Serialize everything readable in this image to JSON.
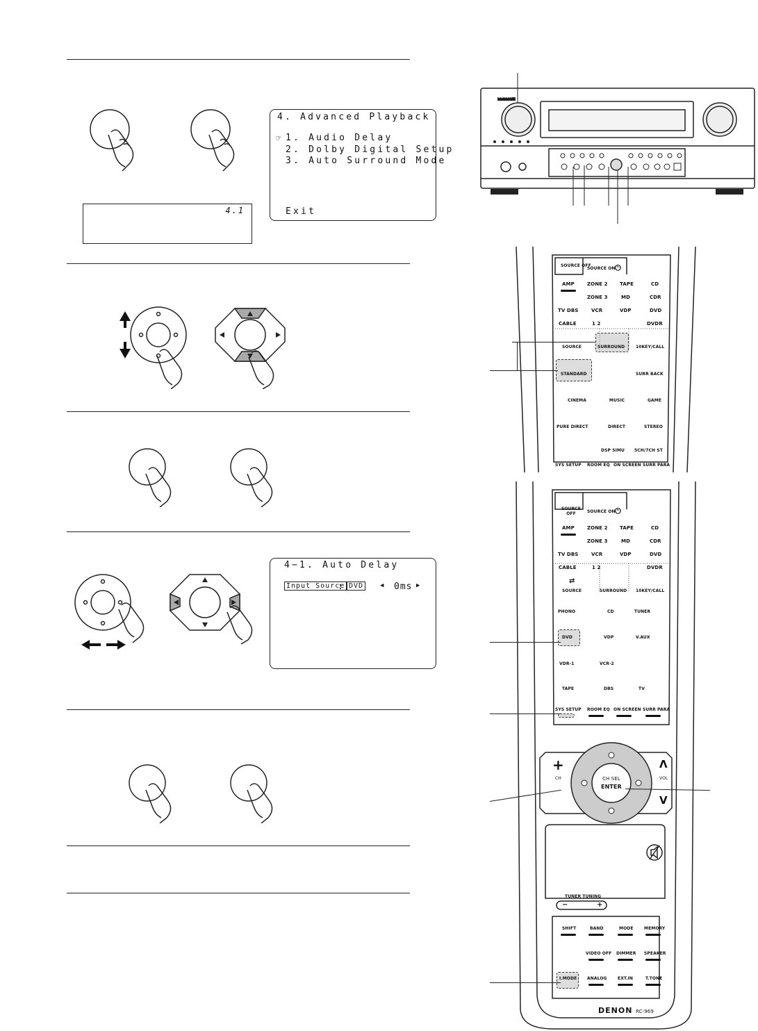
{
  "osd_menu": {
    "title": "4. Advanced Playback",
    "pointer": "☞",
    "items": [
      "1. Audio Delay",
      "2. Dolby Digital Setup",
      "3. Auto Surround Mode"
    ],
    "exit": "Exit"
  },
  "front_display": {
    "indicator": "4.1"
  },
  "osd_delay": {
    "title": "4−1. Auto Delay",
    "source_label": "Input Source",
    "separator": ":",
    "source_value": "DVD",
    "left_arrow": "◀",
    "delay_value": "0ms",
    "right_arrow": "▶"
  },
  "remote_top": {
    "source_off": "SOURCE OFF",
    "source_on": "SOURCE ON",
    "row1": [
      "AMP",
      "ZONE 2",
      "TAPE",
      "CD"
    ],
    "row2": [
      "ZONE 3",
      "MD",
      "CDR"
    ],
    "row3": [
      "TV DBS",
      "VCR",
      "VDP",
      "DVD"
    ],
    "row4": [
      "CABLE",
      "1 2",
      "DVDR"
    ],
    "row5": [
      "SOURCE",
      "SURROUND",
      "10KEY/CALL"
    ],
    "modes": [
      "STANDARD",
      "SURR BACK",
      "CINEMA",
      "MUSIC",
      "GAME",
      "PURE DIRECT",
      "DIRECT",
      "STEREO",
      "DSP SIMU",
      "5CH/7CH ST"
    ],
    "bottom": [
      "SYS SETUP",
      "ROOM EQ",
      "ON SCREEN",
      "SURR PARA"
    ]
  },
  "remote_bottom": {
    "source_off": "SOURCE OFF",
    "source_on": "SOURCE ON",
    "row1": [
      "AMP",
      "ZONE 2",
      "TAPE",
      "CD"
    ],
    "row2": [
      "ZONE 3",
      "MD",
      "CDR"
    ],
    "row3": [
      "TV DBS",
      "VCR",
      "VDP",
      "DVD"
    ],
    "row4": [
      "CABLE",
      "1 2",
      "DVDR"
    ],
    "row5": [
      "SOURCE",
      "SURROUND",
      "10KEY/CALL"
    ],
    "inputs": [
      "PHONO",
      "CD",
      "TUNER",
      "DVD",
      "VDP",
      "V.AUX",
      "VDR-1",
      "VCR-2",
      "TAPE",
      "DBS",
      "TV"
    ],
    "sys": [
      "SYS SETUP",
      "ROOM EQ",
      "ON SCREEN",
      "SURR PARA"
    ],
    "ch_label": "CH",
    "vol_label": "VOL",
    "plus": "+",
    "caret_up": "Λ",
    "caret_down": "V",
    "enter_top": "CH SEL",
    "enter": "ENTER",
    "tuner_tuning": "TUNER TUNING",
    "minus": "−",
    "tuning_plus": "+",
    "keys": [
      "SHIFT",
      "BAND",
      "MODE",
      "MEMORY",
      "VIDEO OFF",
      "DIMMER",
      "SPEAKER",
      "I.MODE",
      "ANALOG",
      "EXT.IN",
      "T.TONE"
    ],
    "brand": "DENON",
    "model": "RC-969"
  },
  "receiver": {
    "logo": "DENON"
  }
}
